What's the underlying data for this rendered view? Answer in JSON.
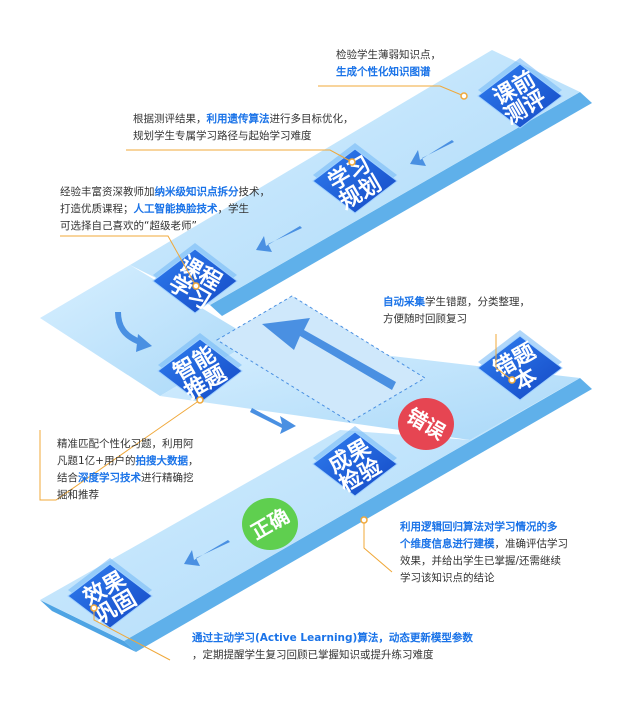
{
  "colors": {
    "path_top": "#bfe3fb",
    "path_side": "#63b6ee",
    "tile_face": "#1d5fd9",
    "tile_glass": "#6fb7f5",
    "arrow": "#4a90e2",
    "accent": "#1a73e8",
    "leader": "#f0a83a",
    "correct": "#5fcf4f",
    "wrong": "#e64552"
  },
  "steps": [
    {
      "id": "class-test",
      "label": "课前测评"
    },
    {
      "id": "study-plan",
      "label": "学习规划"
    },
    {
      "id": "course-learning",
      "label": "课程学习"
    },
    {
      "id": "smart-push",
      "label": "智能推题"
    },
    {
      "id": "result-check",
      "label": "成果检验"
    },
    {
      "id": "wrong-book",
      "label": "错题本"
    },
    {
      "id": "consolidate",
      "label": "效果巩固"
    }
  ],
  "results": {
    "correct": "正确",
    "wrong": "错误"
  },
  "annotations": {
    "a1": {
      "p1": "检验学生薄弱知识点，",
      "p2": "生成个性化知识图谱"
    },
    "a2": {
      "p1": "根据测评结果，",
      "p2": "利用遗传算法",
      "p3": "进行多目标优化，",
      "p4": "规划学生专属学习路径与起始学习难度"
    },
    "a3": {
      "p1": "经验丰富资深教师加",
      "p2": "纳米级知识点拆分",
      "p3": "技术，",
      "p4": "打造优质课程；",
      "p5": "人工智能换脸技术",
      "p6": "，学生",
      "p7": "可选择自己喜欢的“超级老师”"
    },
    "a4": {
      "p1": "自动采集",
      "p2": "学生错题，分类整理，",
      "p3": "方便随时回顾复习"
    },
    "a5": {
      "p1": "精准匹配个性化习题，利用阿",
      "p2": "凡题1亿+用户的",
      "p3": "拍搜大数据",
      "p4": "，",
      "p5": "结合",
      "p6": "深度学习技术",
      "p7": "进行精确挖",
      "p8": "掘和推荐"
    },
    "a6": {
      "p1": "利用逻辑回归算法对学习情况的多",
      "p2": "个维度信息进行建模",
      "p3": "，准确评估学习",
      "p4": "效果，并给出学生已掌握/还需继续",
      "p5": "学习该知识点的结论"
    },
    "a7": {
      "p1": "通过主动学习(Active Learning)算法，动态更新模型参数",
      "p2": "，定期提醒学生复习回顾已掌握知识或提升练习难度"
    }
  }
}
